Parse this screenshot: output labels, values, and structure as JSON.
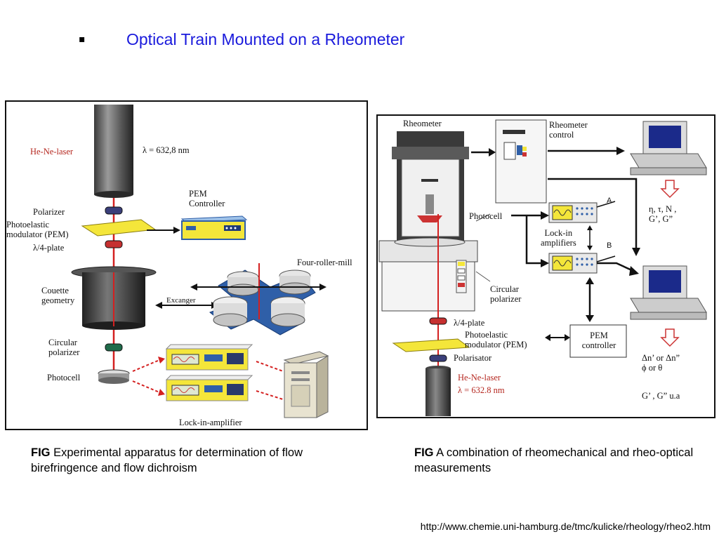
{
  "slide": {
    "bullet": "▪",
    "title": "Optical Train Mounted on a Rheometer",
    "url": "http://www.chemie.uni-hamburg.de/tmc/kulicke/rheology/rheo2.htm"
  },
  "left_figure": {
    "labels": {
      "laser": "He-Ne-laser",
      "wavelength": "λ = 632,8 nm",
      "polarizer": "Polarizer",
      "pem_line1": "Photoelastic",
      "pem_line2": "modulator (PEM)",
      "quarter_plate": "λ/4-plate",
      "pem_controller_line1": "PEM",
      "pem_controller_line2": "Controller",
      "four_roller_mill": "Four-roller-mill",
      "couette_line1": "Couette",
      "couette_line2": "geometry",
      "exchanger": "Excanger",
      "circular_polarizer_line1": "Circular",
      "circular_polarizer_line2": "polarizer",
      "photocell": "Photocell",
      "lockin": "Lock-in-amplifier"
    },
    "caption_bold": "FIG",
    "caption_text": " Experimental apparatus for determination of flow birefringence and flow dichroism"
  },
  "right_figure": {
    "labels": {
      "rheometer": "Rheometer",
      "rheometer_control_line1": "Rheometer",
      "rheometer_control_line2": "control",
      "photocell": "Photocell",
      "channel_a": "A",
      "channel_b": "B",
      "lockin_line1": "Lock-in",
      "lockin_line2": "amplifiers",
      "circular_polarizer_line1": "Circular",
      "circular_polarizer_line2": "polarizer",
      "quarter_plate": "λ/4-plate",
      "pem_line1": "Photoelastic",
      "pem_line2": "modulator (PEM)",
      "polarisator": "Polarisator",
      "laser": "He-Ne-laser",
      "wavelength": "λ = 632.8 nm",
      "pem_controller_line1": "PEM",
      "pem_controller_line2": "controller",
      "output_mech_line1": "η, τ, N ,",
      "output_mech_line2": "G’, G”",
      "output_opt_line1": "Δn’ or Δn”",
      "output_opt_line2": "ϕ or θ",
      "output_moduli": "G’ , G” u.a"
    },
    "caption_bold": "FIG",
    "caption_text": " A combination of rheomechanical and rheo-optical measurements"
  },
  "colors": {
    "title_blue": "#1a1adc",
    "laser_red": "#d42020",
    "label_red": "#b5271f",
    "device_yellow": "#f4e63a",
    "device_blue": "#2f5fa8",
    "screen_navy": "#1b2a8a"
  }
}
